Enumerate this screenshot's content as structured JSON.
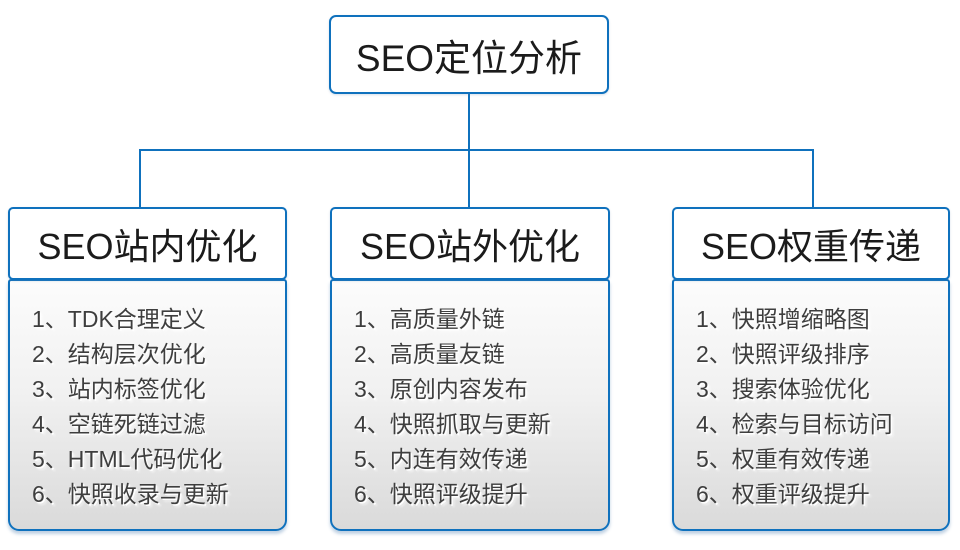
{
  "colors": {
    "accent": "#0f71bd",
    "list_text": "#3e3e3e"
  },
  "root": {
    "label": "SEO定位分析"
  },
  "columns": [
    {
      "header": "SEO站内优化",
      "items": [
        "1、TDK合理定义",
        "2、结构层次优化",
        "3、站内标签优化",
        "4、空链死链过滤",
        "5、HTML代码优化",
        "6、快照收录与更新"
      ]
    },
    {
      "header": "SEO站外优化",
      "items": [
        "1、高质量外链",
        "2、高质量友链",
        "3、原创内容发布",
        "4、快照抓取与更新",
        "5、内连有效传递",
        "6、快照评级提升"
      ]
    },
    {
      "header": "SEO权重传递",
      "items": [
        "1、快照增缩略图",
        "2、快照评级排序",
        "3、搜索体验优化",
        "4、检索与目标访问",
        "5、权重有效传递",
        "6、权重评级提升"
      ]
    }
  ]
}
